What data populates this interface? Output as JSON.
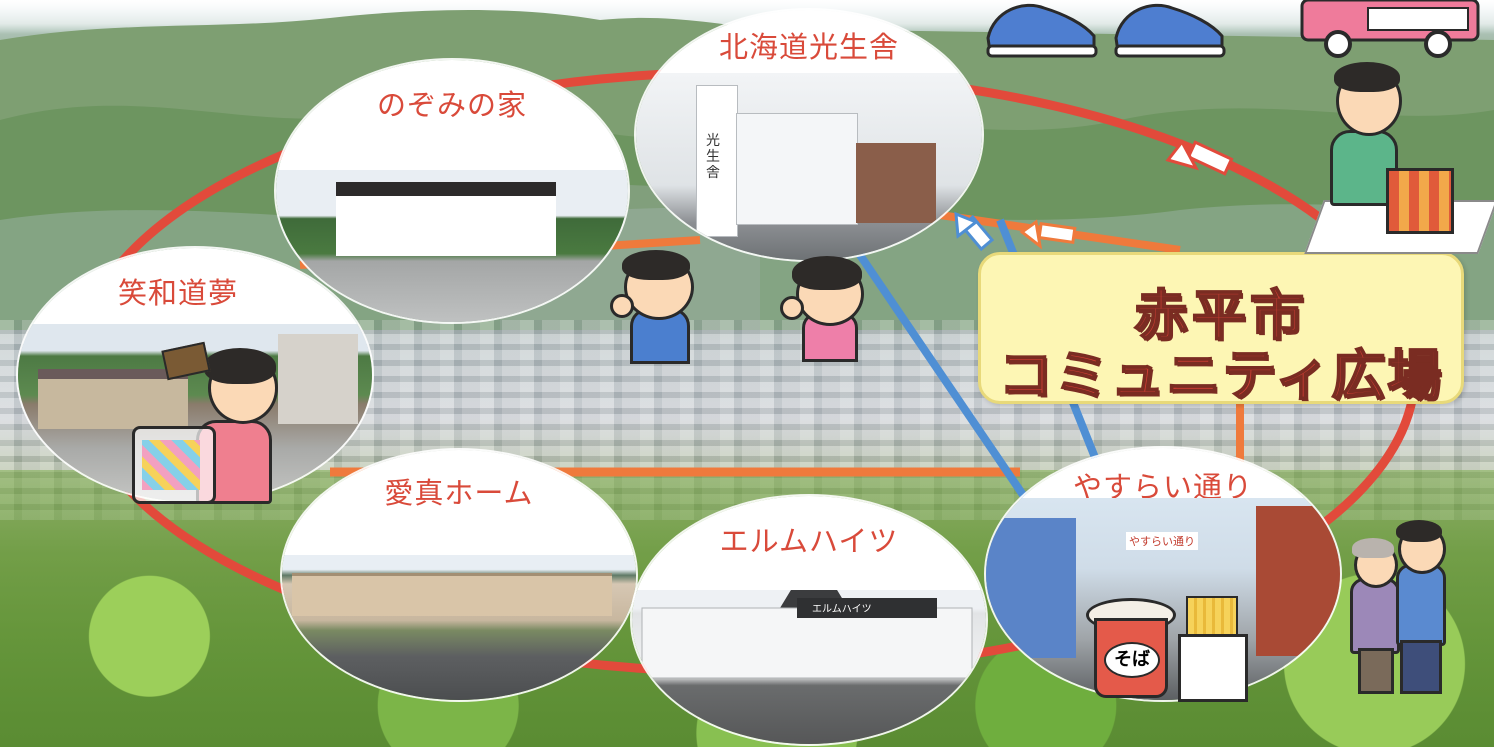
{
  "title": {
    "line1": "赤平市",
    "line2": "コミュニティ広場"
  },
  "facilities": [
    {
      "id": "hokkaido-koseisha",
      "label": "北海道光生舎"
    },
    {
      "id": "nozomi-no-ie",
      "label": "のぞみの家"
    },
    {
      "id": "shouwa-doumu",
      "label": "笑和道夢"
    },
    {
      "id": "aishin-home",
      "label": "愛真ホーム"
    },
    {
      "id": "elm-heights",
      "label": "エルムハイツ"
    },
    {
      "id": "yasurai-doori",
      "label": "やすらい通り"
    }
  ],
  "photo_texts": {
    "elm_sign": "エルムハイツ",
    "yasurai_sign": "やすらい通り",
    "soba_cup": "そば",
    "koseisha_sign": "光生舎"
  },
  "colors": {
    "network_red": "#e24a3b",
    "network_orange": "#ef7a3c",
    "network_blue": "#4f8fd4",
    "title_bg": "#fdf6b4",
    "title_text": "#d23f34",
    "label_text": "#d94a3a"
  }
}
